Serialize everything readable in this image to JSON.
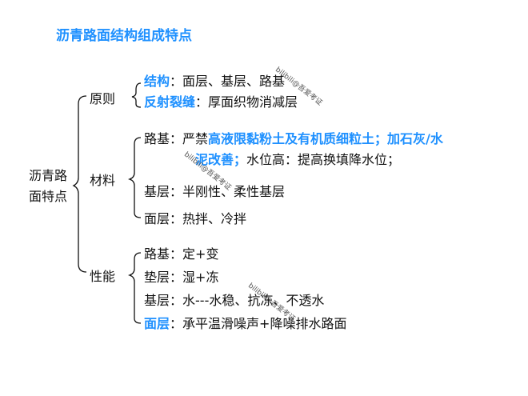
{
  "title": "沥青路面结构组成特点",
  "root": {
    "line1": "沥青路",
    "line2": "面特点"
  },
  "branches": {
    "principle": {
      "label": "原则",
      "items": [
        {
          "key": "结构",
          "sep": "：",
          "text": "面层、基层、路基"
        },
        {
          "key": "反射裂缝",
          "sep": "：",
          "text": "厚面织物消减层"
        }
      ]
    },
    "material": {
      "label": "材料",
      "items": [
        {
          "key": "路基",
          "sep": "：",
          "pre": "严禁",
          "highlight1": "高液限黏粉土及有机质细粒土；加石灰/水",
          "highlight2": "泥改善；",
          "post": "水位高：提高换填降水位；"
        },
        {
          "key": "基层",
          "sep": "：",
          "text": "半刚性、柔性基层"
        },
        {
          "key": "面层",
          "sep": "：",
          "text": "热拌、冷拌"
        }
      ]
    },
    "performance": {
      "label": "性能",
      "items": [
        {
          "key": "路基",
          "sep": "：",
          "text": "定+变"
        },
        {
          "key": "垫层",
          "sep": "：",
          "text": "湿+冻"
        },
        {
          "key": "基层",
          "sep": "：",
          "text": "水---水稳、抗冻、不透水"
        },
        {
          "key": "面层",
          "sep": "：",
          "text": "承平温滑噪声+降噪排水路面"
        }
      ]
    }
  },
  "watermarks": [
    "bilibili@吾爱考证",
    "bilibili@吾爱考证",
    "bilibili@吾爱考证"
  ],
  "colors": {
    "accent": "#1e90ff",
    "text": "#111111"
  }
}
